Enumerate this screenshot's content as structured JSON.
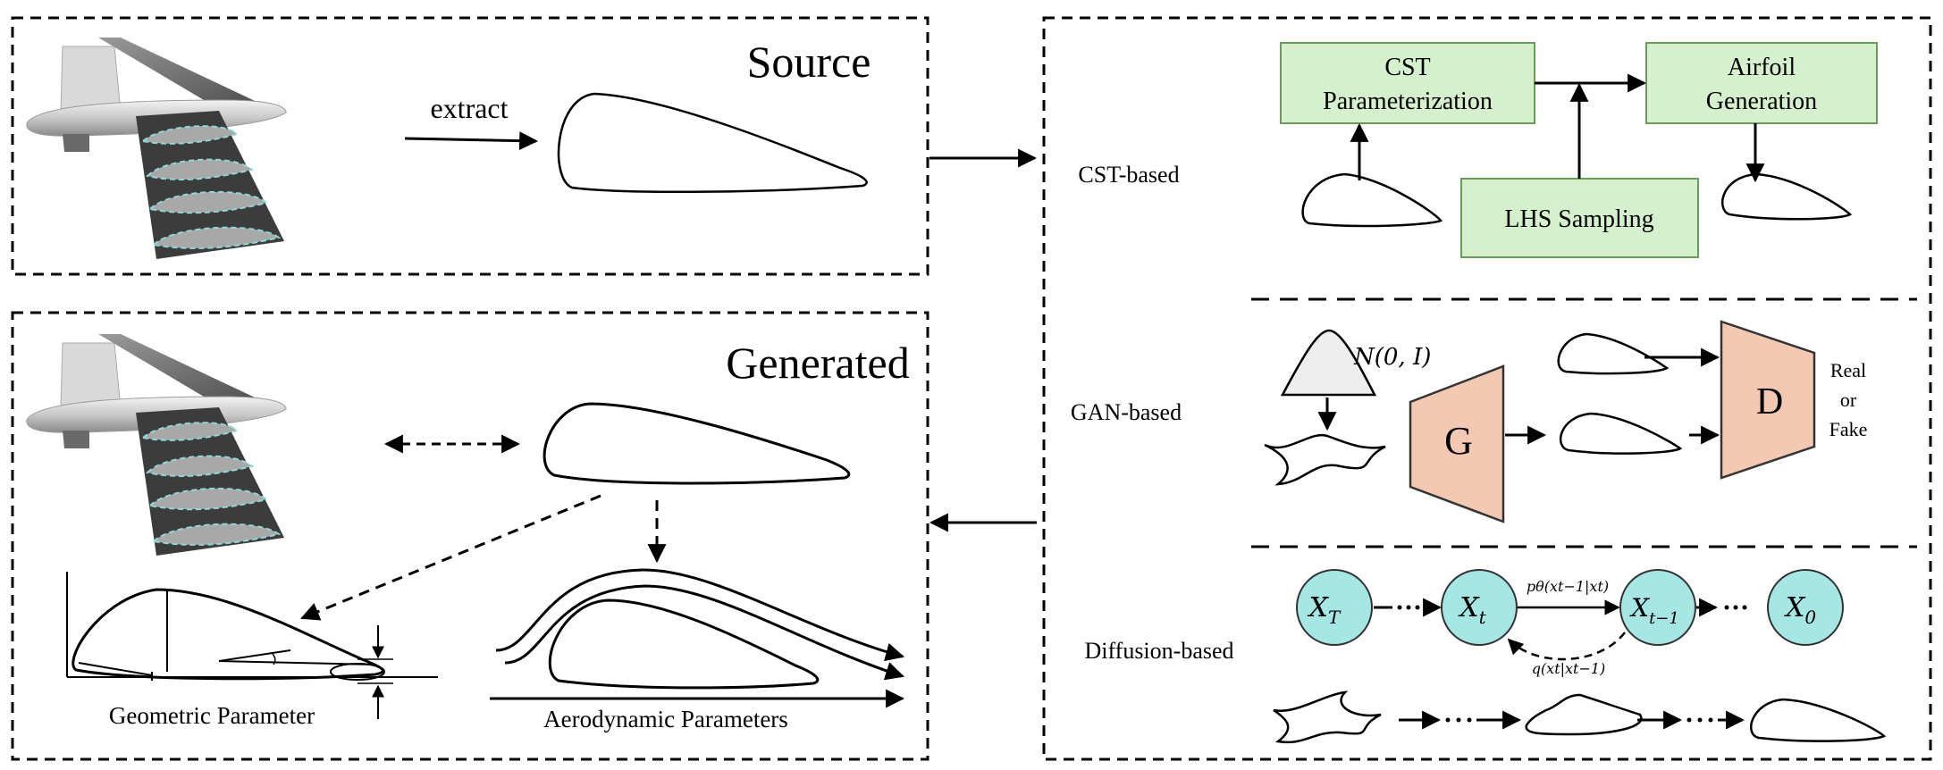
{
  "source": {
    "title": "Source",
    "extract_label": "extract"
  },
  "generated": {
    "title": "Generated",
    "geometric_label": "Geometric Parameter",
    "aero_label": "Aerodynamic Parameters"
  },
  "methods": {
    "cst": {
      "label": "CST-based",
      "box_param_line1": "CST",
      "box_param_line2": "Parameterization",
      "box_gen_line1": "Airfoil",
      "box_gen_line2": "Generation",
      "box_lhs": "LHS Sampling"
    },
    "gan": {
      "label": "GAN-based",
      "noise": "N(0, I)",
      "generator": "G",
      "discriminator": "D",
      "verdict_line1": "Real",
      "verdict_line2": "or",
      "verdict_line3": "Fake"
    },
    "diffusion": {
      "label": "Diffusion-based",
      "node_T": "X",
      "node_T_sub": "T",
      "node_t": "X",
      "node_t_sub": "t",
      "node_tm1": "X",
      "node_tm1_sub": "t−1",
      "node_0": "X",
      "node_0_sub": "0",
      "reverse_label": "pθ(xt−1|xt)",
      "forward_label": "q(xt|xt−1)"
    }
  },
  "colors": {
    "box_green": "#d5f0cc",
    "box_green_stroke": "#6a9a5c",
    "trap_fill": "#f3c9b4",
    "trap_stroke": "#333333",
    "node_fill": "#a6e6e4",
    "wing_dark": "#3c3c3c",
    "wing_light": "#a8a8a8",
    "rib_dash": "#8fd8d8"
  }
}
